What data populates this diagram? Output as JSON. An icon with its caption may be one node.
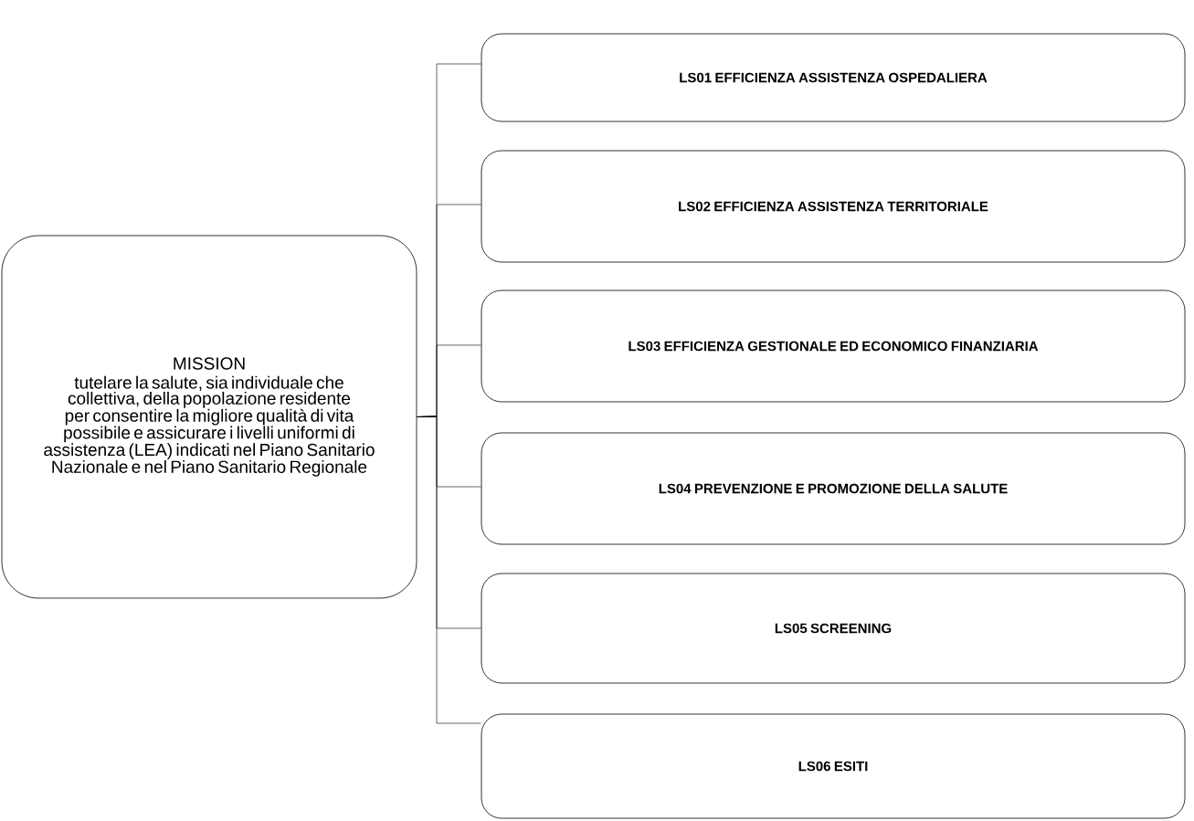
{
  "diagram": {
    "nodes": [
      {
        "text": [
          "MISSION",
          "tutelare la salute, sia individuale che collettiva, della popolazione residente per consentire la migliore qualità di vita possibile e assicurare i livelli uniformi di assistenza (LEA) indicati nel Piano Sanitario Nazionale e nel Piano Sanitario Regionale"
        ]
      },
      {
        "text": [
          "LS01 EFFICIENZA ASSISTENZA OSPEDALIERA"
        ]
      },
      {
        "text": [
          "LS02 EFFICIENZA ASSISTENZA TERRITORIALE"
        ]
      },
      {
        "text": [
          "LS03 EFFICIENZA GESTIONALE ED ECONOMICO FINANZIARIA"
        ]
      },
      {
        "text": [
          "LS04 PREVENZIONE E PROMOZIONE DELLA SALUTE"
        ]
      },
      {
        "text": [
          "LS05 SCREENING"
        ]
      },
      {
        "text": [
          "LS06 ESITI"
        ]
      }
    ],
    "edges": [
      {
        "from": 0,
        "to": 1,
        "arrow": "none"
      },
      {
        "from": 0,
        "to": 2,
        "arrow": "none"
      },
      {
        "from": 0,
        "to": 3,
        "arrow": "none"
      },
      {
        "from": 0,
        "to": 4,
        "arrow": "none"
      },
      {
        "from": 0,
        "to": 5,
        "arrow": "none"
      },
      {
        "from": 0,
        "to": 6,
        "arrow": "none"
      }
    ]
  }
}
